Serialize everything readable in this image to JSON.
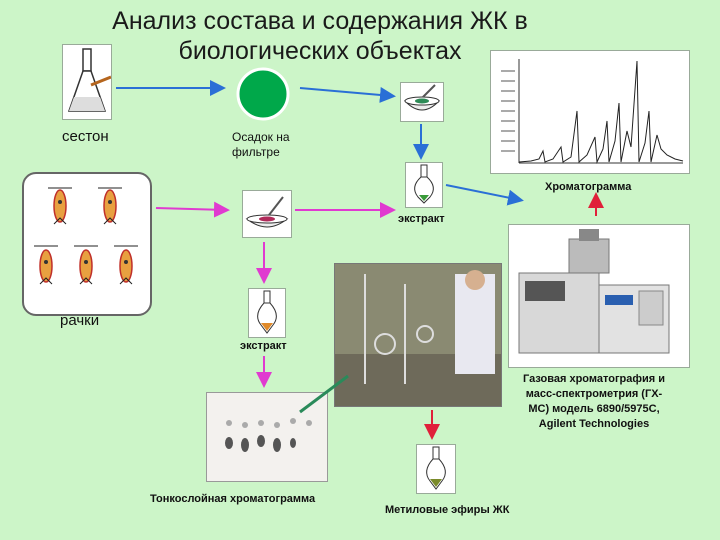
{
  "title": "Анализ состава и содержания ЖК в биологических объектах",
  "labels": {
    "seston": "сестон",
    "filter_residue": "Осадок на фильтре",
    "chromatogram": "Хроматограмма",
    "extract_top": "экстракт",
    "rachki": "рачки",
    "extract_left": "экстракт",
    "gcms": "Газовая хроматография и масс-спектрометрия (ГХ-МС) модель 6890/5975C, Agilent Technologies",
    "tlc": "Тонкослойная хроматограмма",
    "methyl_esters": "Метиловые эфиры ЖК"
  },
  "colors": {
    "background": "#ccf5c8",
    "arrow_blue": "#2a6fd6",
    "arrow_magenta": "#e03ad0",
    "arrow_red": "#e0203a",
    "arrow_green": "#2a8a5a",
    "filter_green": "#00a84a"
  }
}
